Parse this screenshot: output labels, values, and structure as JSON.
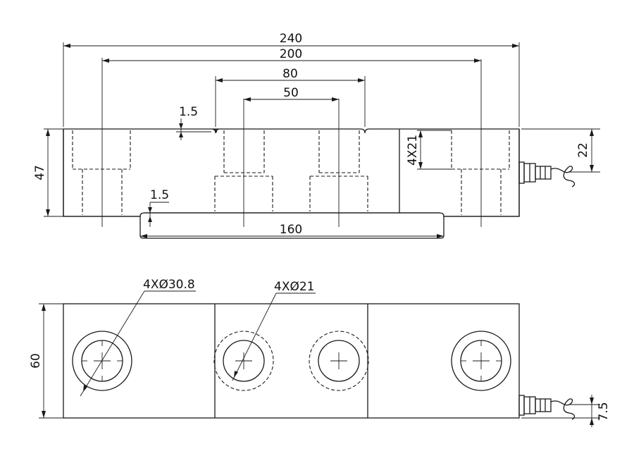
{
  "top_view": {
    "dim_overall_length": "240",
    "dim_hole_span_outer": "200",
    "dim_top_recess_width": "80",
    "dim_hole_span_inner": "50",
    "dim_top_recess_depth": "1.5",
    "dim_bottom_recess_depth": "1.5",
    "dim_bottom_width": "160",
    "dim_height": "47",
    "dim_counterbore_depth": "4X21",
    "dim_cable_height": "22"
  },
  "bottom_view": {
    "dim_large_hole": "4XØ30.8",
    "dim_small_hole": "4XØ21",
    "dim_width": "60",
    "dim_cable_offset": "7.5"
  }
}
